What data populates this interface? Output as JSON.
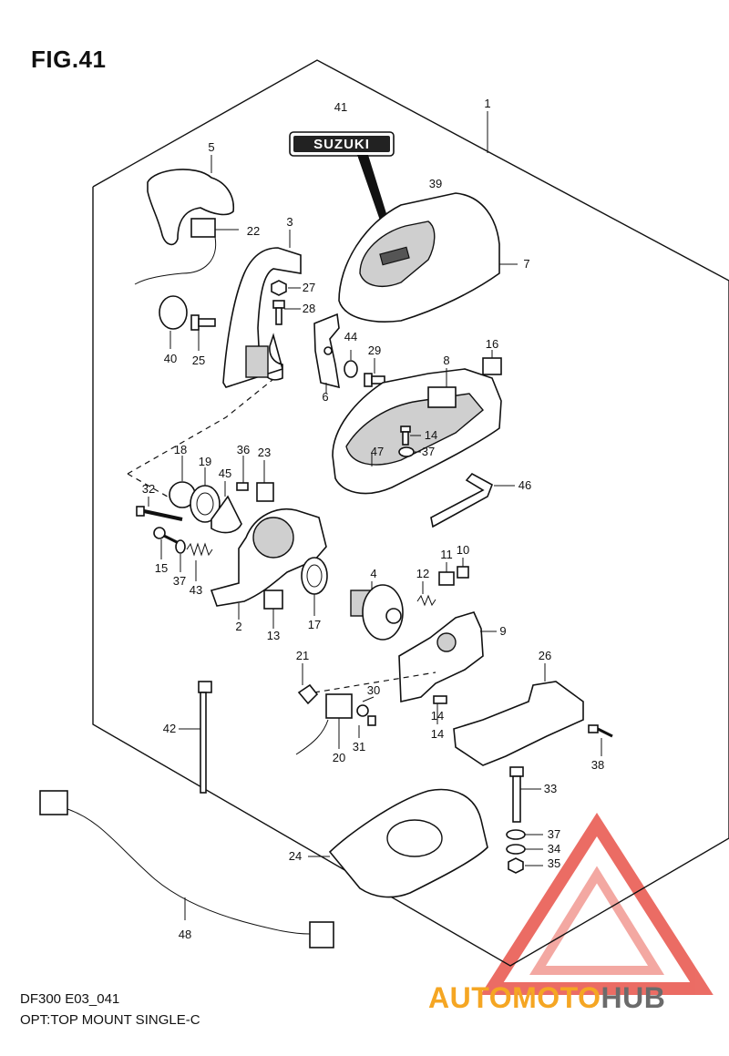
{
  "figure": {
    "title": "FIG.41",
    "footer_code": "DF300 E03_041",
    "footer_desc": "OPT:TOP MOUNT SINGLE-C"
  },
  "badge": {
    "text": "SUZUKI"
  },
  "callouts": [
    "1",
    "2",
    "3",
    "4",
    "5",
    "6",
    "7",
    "8",
    "9",
    "10",
    "11",
    "12",
    "13",
    "14",
    "14",
    "14",
    "15",
    "16",
    "17",
    "18",
    "19",
    "20",
    "21",
    "22",
    "23",
    "24",
    "25",
    "26",
    "27",
    "28",
    "29",
    "30",
    "31",
    "32",
    "33",
    "34",
    "35",
    "36",
    "37",
    "37",
    "37",
    "38",
    "39",
    "40",
    "41",
    "42",
    "43",
    "44",
    "45",
    "46",
    "47",
    "48"
  ],
  "watermark": {
    "part1": "AUTO",
    "part2": "MOTO",
    "part3": "HUB",
    "colors": {
      "accent": "#f5a623",
      "secondary": "#6b6b6b",
      "logo": "#e8534a"
    }
  }
}
